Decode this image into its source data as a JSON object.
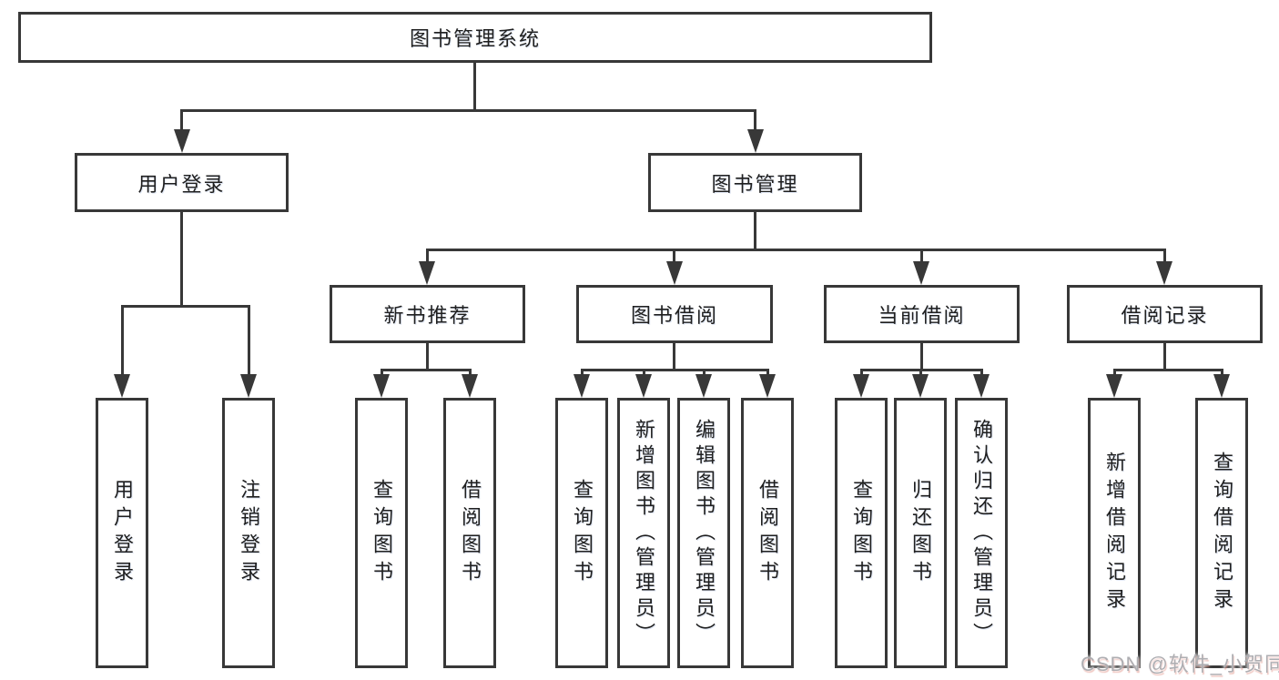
{
  "colors": {
    "line": "#383838",
    "text": "#1f1f1f",
    "watermark": "#aeaeb2",
    "background": "#ffffff"
  },
  "tree": {
    "label": "图书管理系统",
    "children": [
      {
        "label": "用户登录",
        "children": [
          {
            "label": "用户登录"
          },
          {
            "label": "注销登录"
          }
        ]
      },
      {
        "label": "图书管理",
        "children": [
          {
            "label": "新书推荐",
            "children": [
              {
                "label": "查询图书"
              },
              {
                "label": "借阅图书"
              }
            ]
          },
          {
            "label": "图书借阅",
            "children": [
              {
                "label": "查询图书"
              },
              {
                "label": "新增图书（管理员）"
              },
              {
                "label": "编辑图书（管理员）"
              },
              {
                "label": "借阅图书"
              }
            ]
          },
          {
            "label": "当前借阅",
            "children": [
              {
                "label": "查询图书"
              },
              {
                "label": "归还图书"
              },
              {
                "label": "确认归还（管理员）"
              }
            ]
          },
          {
            "label": "借阅记录",
            "children": [
              {
                "label": "新增借阅记录"
              },
              {
                "label": "查询借阅记录"
              }
            ]
          }
        ]
      }
    ]
  },
  "watermark": {
    "text": "CSDN @软件_小贺同学"
  }
}
